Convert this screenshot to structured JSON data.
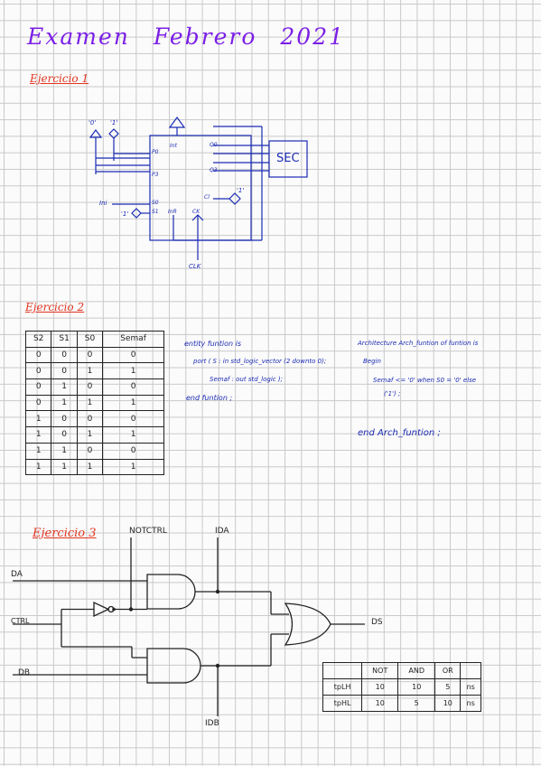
{
  "title": [
    "Examen",
    "Febrero",
    "2021"
  ],
  "ex1": {
    "heading": "Ejercicio 1",
    "top_labels": [
      "'0'",
      "'1'"
    ],
    "pins": {
      "p0": "P0",
      "p3": "P3",
      "int": "Int",
      "q0": "Q0",
      "q3": "Q3",
      "s0": "S0",
      "s1": "S1",
      "cl": "Cl",
      "inr": "InR",
      "ck": "CK"
    },
    "left_labels": {
      "ini": "Ini",
      "one": "'1'"
    },
    "cl_const": "'1'",
    "sec": "SEC",
    "clk": "CLK"
  },
  "ex2": {
    "heading": "Ejercicio 2",
    "table": {
      "headers": [
        "S2",
        "S1",
        "S0",
        "Semaf"
      ],
      "rows": [
        [
          "0",
          "0",
          "0",
          "0"
        ],
        [
          "0",
          "0",
          "1",
          "1"
        ],
        [
          "0",
          "1",
          "0",
          "0"
        ],
        [
          "0",
          "1",
          "1",
          "1"
        ],
        [
          "1",
          "0",
          "0",
          "0"
        ],
        [
          "1",
          "0",
          "1",
          "1"
        ],
        [
          "1",
          "1",
          "0",
          "0"
        ],
        [
          "1",
          "1",
          "1",
          "1"
        ]
      ]
    },
    "entity": [
      "entity funtion is",
      "port ( S : in std_logic_vector (2 downto 0);",
      "Semaf : out std_logic );",
      "end funtion ;"
    ],
    "architecture": [
      "Architecture Arch_funtion of funtion is",
      "Begin",
      "Semaf <= '0'  when   S0 = '0'  else",
      "('1') ;",
      "end Arch_funtion ;"
    ]
  },
  "ex3": {
    "heading": "Ejercicio 3",
    "labels": {
      "notctrl": "NOTCTRL",
      "ida": "IDA",
      "da": "DA",
      "ctrl": "CTRL",
      "db": "DB",
      "ds": "DS",
      "idb": "IDB"
    },
    "timing": {
      "headers": [
        "",
        "NOT",
        "AND",
        "OR",
        ""
      ],
      "rows": [
        [
          "tpLH",
          "10",
          "10",
          "5",
          "ns"
        ],
        [
          "tpHL",
          "10",
          "5",
          "10",
          "ns"
        ]
      ]
    }
  }
}
